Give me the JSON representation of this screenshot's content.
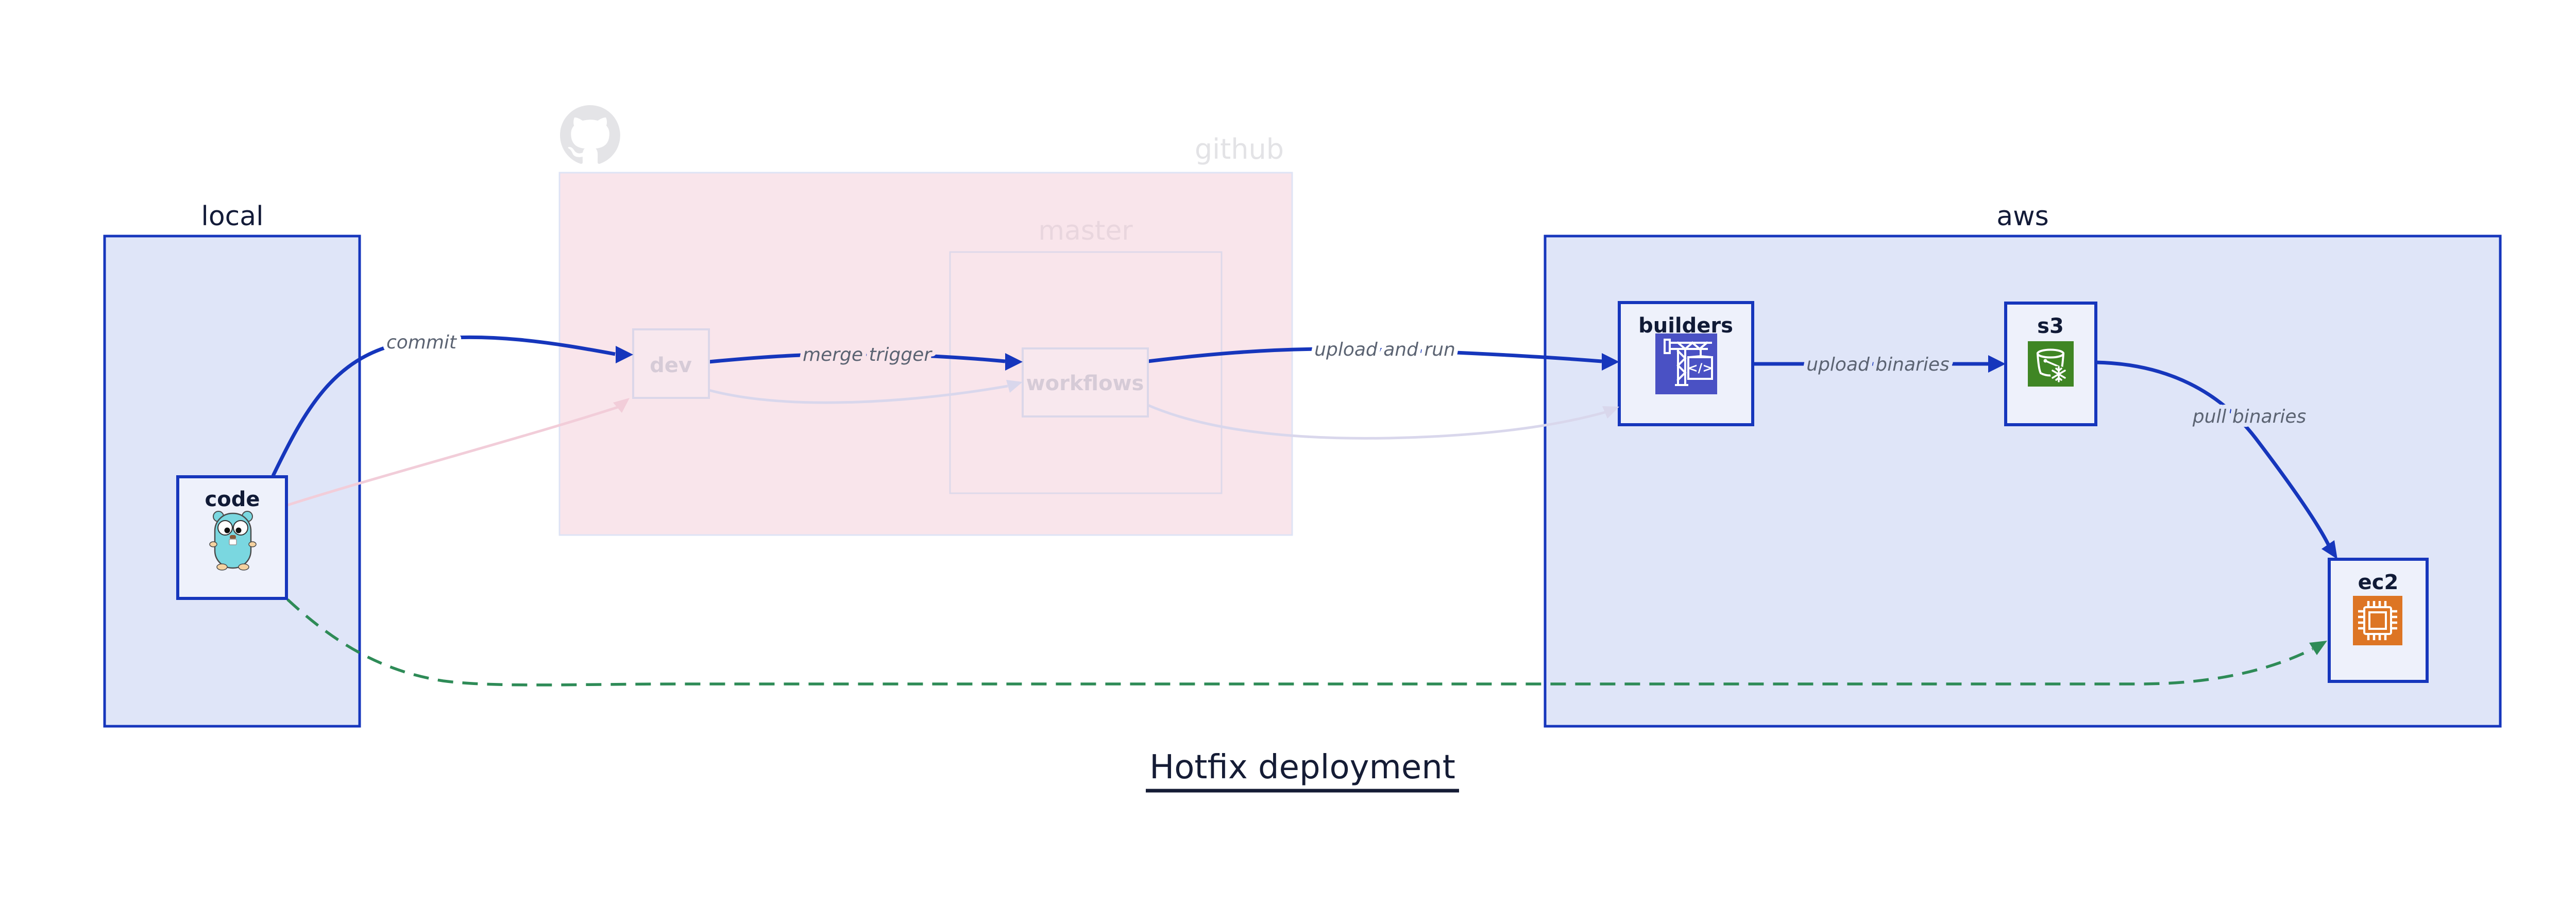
{
  "diagram_title": "Hotfix deployment",
  "groups": {
    "local": {
      "label": "local"
    },
    "github": {
      "label": "github",
      "branch": "master"
    },
    "aws": {
      "label": "aws"
    }
  },
  "nodes": {
    "code": {
      "label": "code",
      "icon": "golang-gopher-icon"
    },
    "dev": {
      "label": "dev",
      "state": "faded"
    },
    "workflows": {
      "label": "workflows",
      "state": "faded"
    },
    "builders": {
      "label": "builders",
      "icon": "aws-codebuild-crane-icon",
      "icon_bg": "#4a51c4",
      "icon_glyph": "</>"
    },
    "s3": {
      "label": "s3",
      "icon": "aws-s3-glacier-bucket-icon",
      "icon_bg": "#3f8624"
    },
    "ec2": {
      "label": "ec2",
      "icon": "aws-ec2-chip-icon",
      "icon_bg": "#dd7524"
    }
  },
  "edges": {
    "commit": {
      "label": "commit",
      "style": "solid-blue",
      "from": "code",
      "to": "dev"
    },
    "merge_trigger": {
      "label": "merge trigger",
      "style": "solid-blue",
      "from": "dev",
      "to": "workflows"
    },
    "upload_and_run": {
      "label": "upload and run",
      "style": "solid-blue",
      "from": "workflows",
      "to": "builders"
    },
    "upload_binaries": {
      "label": "upload binaries",
      "style": "solid-blue",
      "from": "builders",
      "to": "s3"
    },
    "pull_binaries": {
      "label": "pull binaries",
      "style": "solid-blue",
      "from": "s3",
      "to": "ec2"
    },
    "faded_commit": {
      "style": "faded-pink",
      "from": "code",
      "to": "dev"
    },
    "faded_merge": {
      "style": "faded-lavender",
      "from": "dev",
      "to": "workflows"
    },
    "faded_upload": {
      "style": "faded-lavender",
      "from": "workflows",
      "to": "builders"
    },
    "hotfix_bypass": {
      "style": "dashed-green",
      "from": "code",
      "to": "ec2"
    }
  },
  "colors": {
    "edge_blue": "#1636bc",
    "edge_green": "#2e8b57",
    "edge_faded_pink": "#f2cdd9",
    "edge_faded_lavender": "#d9d7ec",
    "container_fill": "#dfe5f8",
    "container_border": "#1636bc",
    "node_fill": "#eef1fb",
    "github_box_fill": "#f9e5eb",
    "ghost_gray": "#e3e3e6",
    "edge_label_gray": "#5b6372",
    "title_navy": "#151c35",
    "codebuild_indigo": "#4a51c4",
    "s3_green": "#3f8624",
    "ec2_orange": "#dd7524"
  }
}
